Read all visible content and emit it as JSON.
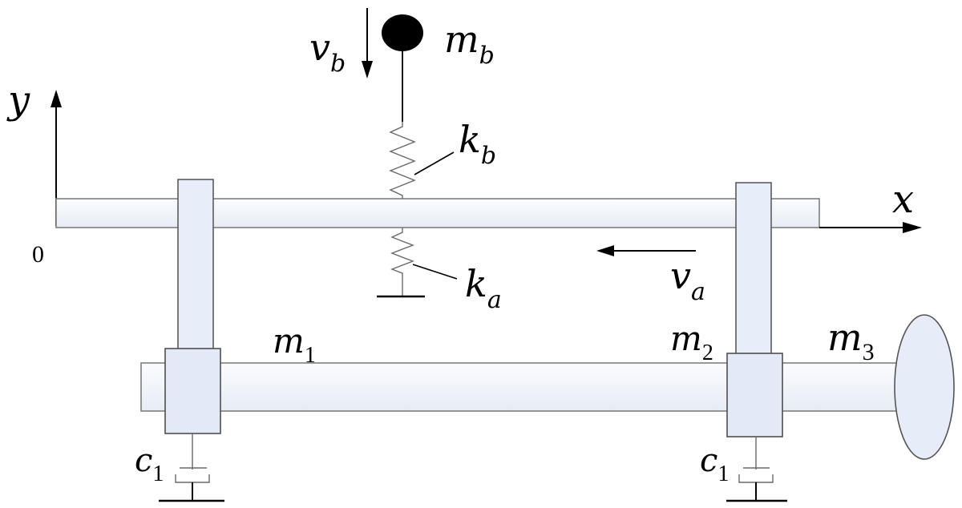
{
  "labels": {
    "origin": "0",
    "y_axis": "y",
    "x_axis": "x",
    "vb": {
      "main": "v",
      "sub": "b"
    },
    "mb": {
      "main": "m",
      "sub": "b"
    },
    "kb": {
      "main": "k",
      "sub": "b"
    },
    "ka": {
      "main": "k",
      "sub": "a"
    },
    "va": {
      "main": "v",
      "sub": "a"
    },
    "m1": {
      "main": "m",
      "sub": "1"
    },
    "m2": {
      "main": "m",
      "sub": "2"
    },
    "m3": {
      "main": "m",
      "sub": "3"
    },
    "c1_left": {
      "main": "c",
      "sub": "1"
    },
    "c1_right": {
      "main": "c",
      "sub": "1"
    }
  },
  "colors": {
    "bar_fill": "#f2f5fb",
    "bar_stroke": "#8a8a8a",
    "block_fill": "#e6ecf8",
    "block_stroke": "#5a5a5a",
    "ink": "#000000"
  }
}
